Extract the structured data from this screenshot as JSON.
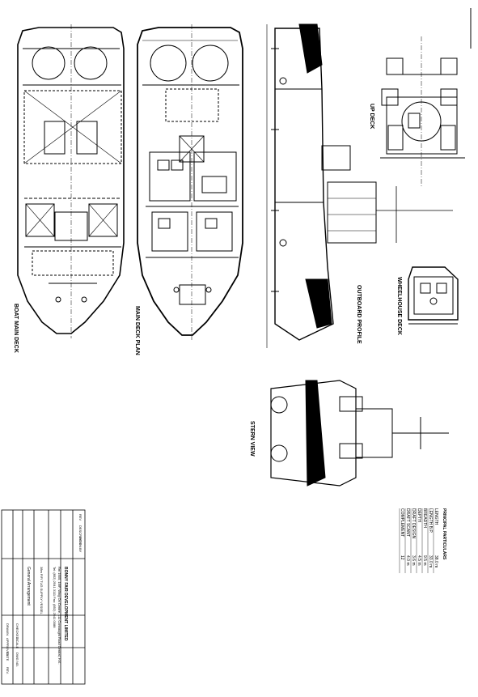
{
  "views": {
    "boat_main_deck": "BOAT MAIN DECK",
    "main_deck_plan": "MAIN DECK PLAN",
    "outboard_profile": "OUTBOARD PROFILE",
    "up_deck": "UP DECK",
    "wheelhouse_deck": "WHEELHOUSE DECK",
    "stern_view": "STERN VIEW"
  },
  "particulars": {
    "heading": "PRINCIPAL PARTICULARS",
    "rows": [
      {
        "label": "LENGTH",
        "value": "38.0 m"
      },
      {
        "label": "LENGTH B.P.",
        "value": "33.0 m"
      },
      {
        "label": "BREADTH",
        "value": "9.5 m"
      },
      {
        "label": "DEPTH",
        "value": "4.5 m"
      },
      {
        "label": "DRAFT DESIGN",
        "value": "3.6 m"
      },
      {
        "label": "DRAFT SCANT",
        "value": "4.0 m"
      },
      {
        "label": "COMPLEMENT",
        "value": "12"
      }
    ]
  },
  "title_block": {
    "company": "BONNY FAIR DEVELOPMENT LIMITED",
    "address_lines": [
      "Rm 1905, 19/F, Wing On Centre, 111 Connaught Road Central, H.K.",
      "Tel: (852) 2541 3111   Fax: (852) 2541 0088"
    ],
    "project": "38m FIFI TUG SUPPLY VESSEL",
    "drawing_title": "General Arrangement",
    "fields": [
      "DRAWN",
      "CHECKED",
      "APPROVED",
      "SCALE",
      "DATE",
      "DWG NO.",
      "REV."
    ],
    "revision_header": [
      "REV",
      "DESCRIPTION",
      "DATE",
      "BY"
    ]
  }
}
